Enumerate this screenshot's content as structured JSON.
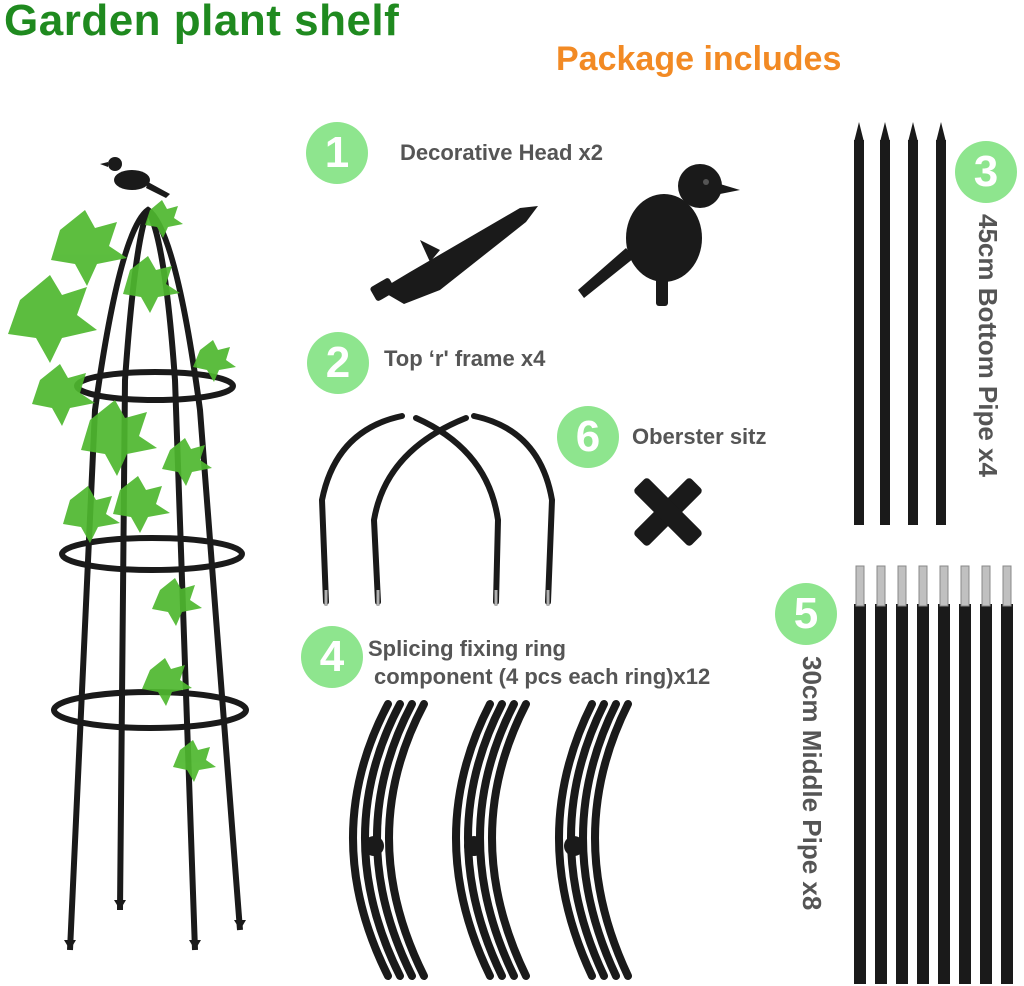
{
  "header": {
    "title": "Garden plant shelf",
    "subtitle": "Package includes"
  },
  "items": [
    {
      "number": "1",
      "label": "Decorative Head x2"
    },
    {
      "number": "2",
      "label": "Top ‘r' frame x4"
    },
    {
      "number": "3",
      "label": "45cm Bottom Pipe x4"
    },
    {
      "number": "4",
      "label_line1": "Splicing fixing ring",
      "label_line2": "component (4 pcs each ring)x12"
    },
    {
      "number": "5",
      "label": "30cm Middle Pipe x8"
    },
    {
      "number": "6",
      "label": "Oberster sitz"
    }
  ],
  "colors": {
    "title": "#1f8a1f",
    "subtitle": "#f28a24",
    "number_badge": "#8ee58e",
    "label": "#555555",
    "part": "#1a1a1a"
  }
}
